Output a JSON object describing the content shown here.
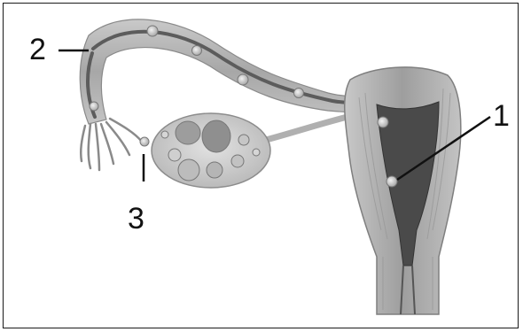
{
  "labels": {
    "one": "1",
    "two": "2",
    "three": "3"
  },
  "colors": {
    "border": "#1a1a1a",
    "tube": "#b4b4b4",
    "tube_dark": "#8d8d8d",
    "lumen": "#5c5c5c",
    "muscle": "#bdbdbd",
    "cavity": "#3e3e3e",
    "ovary": "#cfcfcf",
    "follicle": "#9a9a9a",
    "egg": "#d9d9d9"
  }
}
